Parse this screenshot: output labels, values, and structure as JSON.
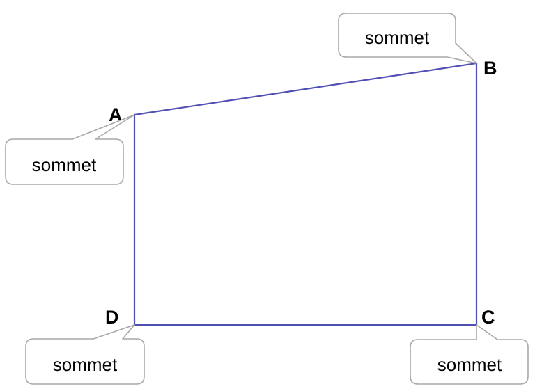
{
  "colors": {
    "edge": "#5050b4",
    "callout_border": "#a8a8a8",
    "text": "#000000"
  },
  "vertices": [
    {
      "label": "A",
      "callout": "sommet"
    },
    {
      "label": "B",
      "callout": "sommet"
    },
    {
      "label": "C",
      "callout": "sommet"
    },
    {
      "label": "D",
      "callout": "sommet"
    }
  ]
}
